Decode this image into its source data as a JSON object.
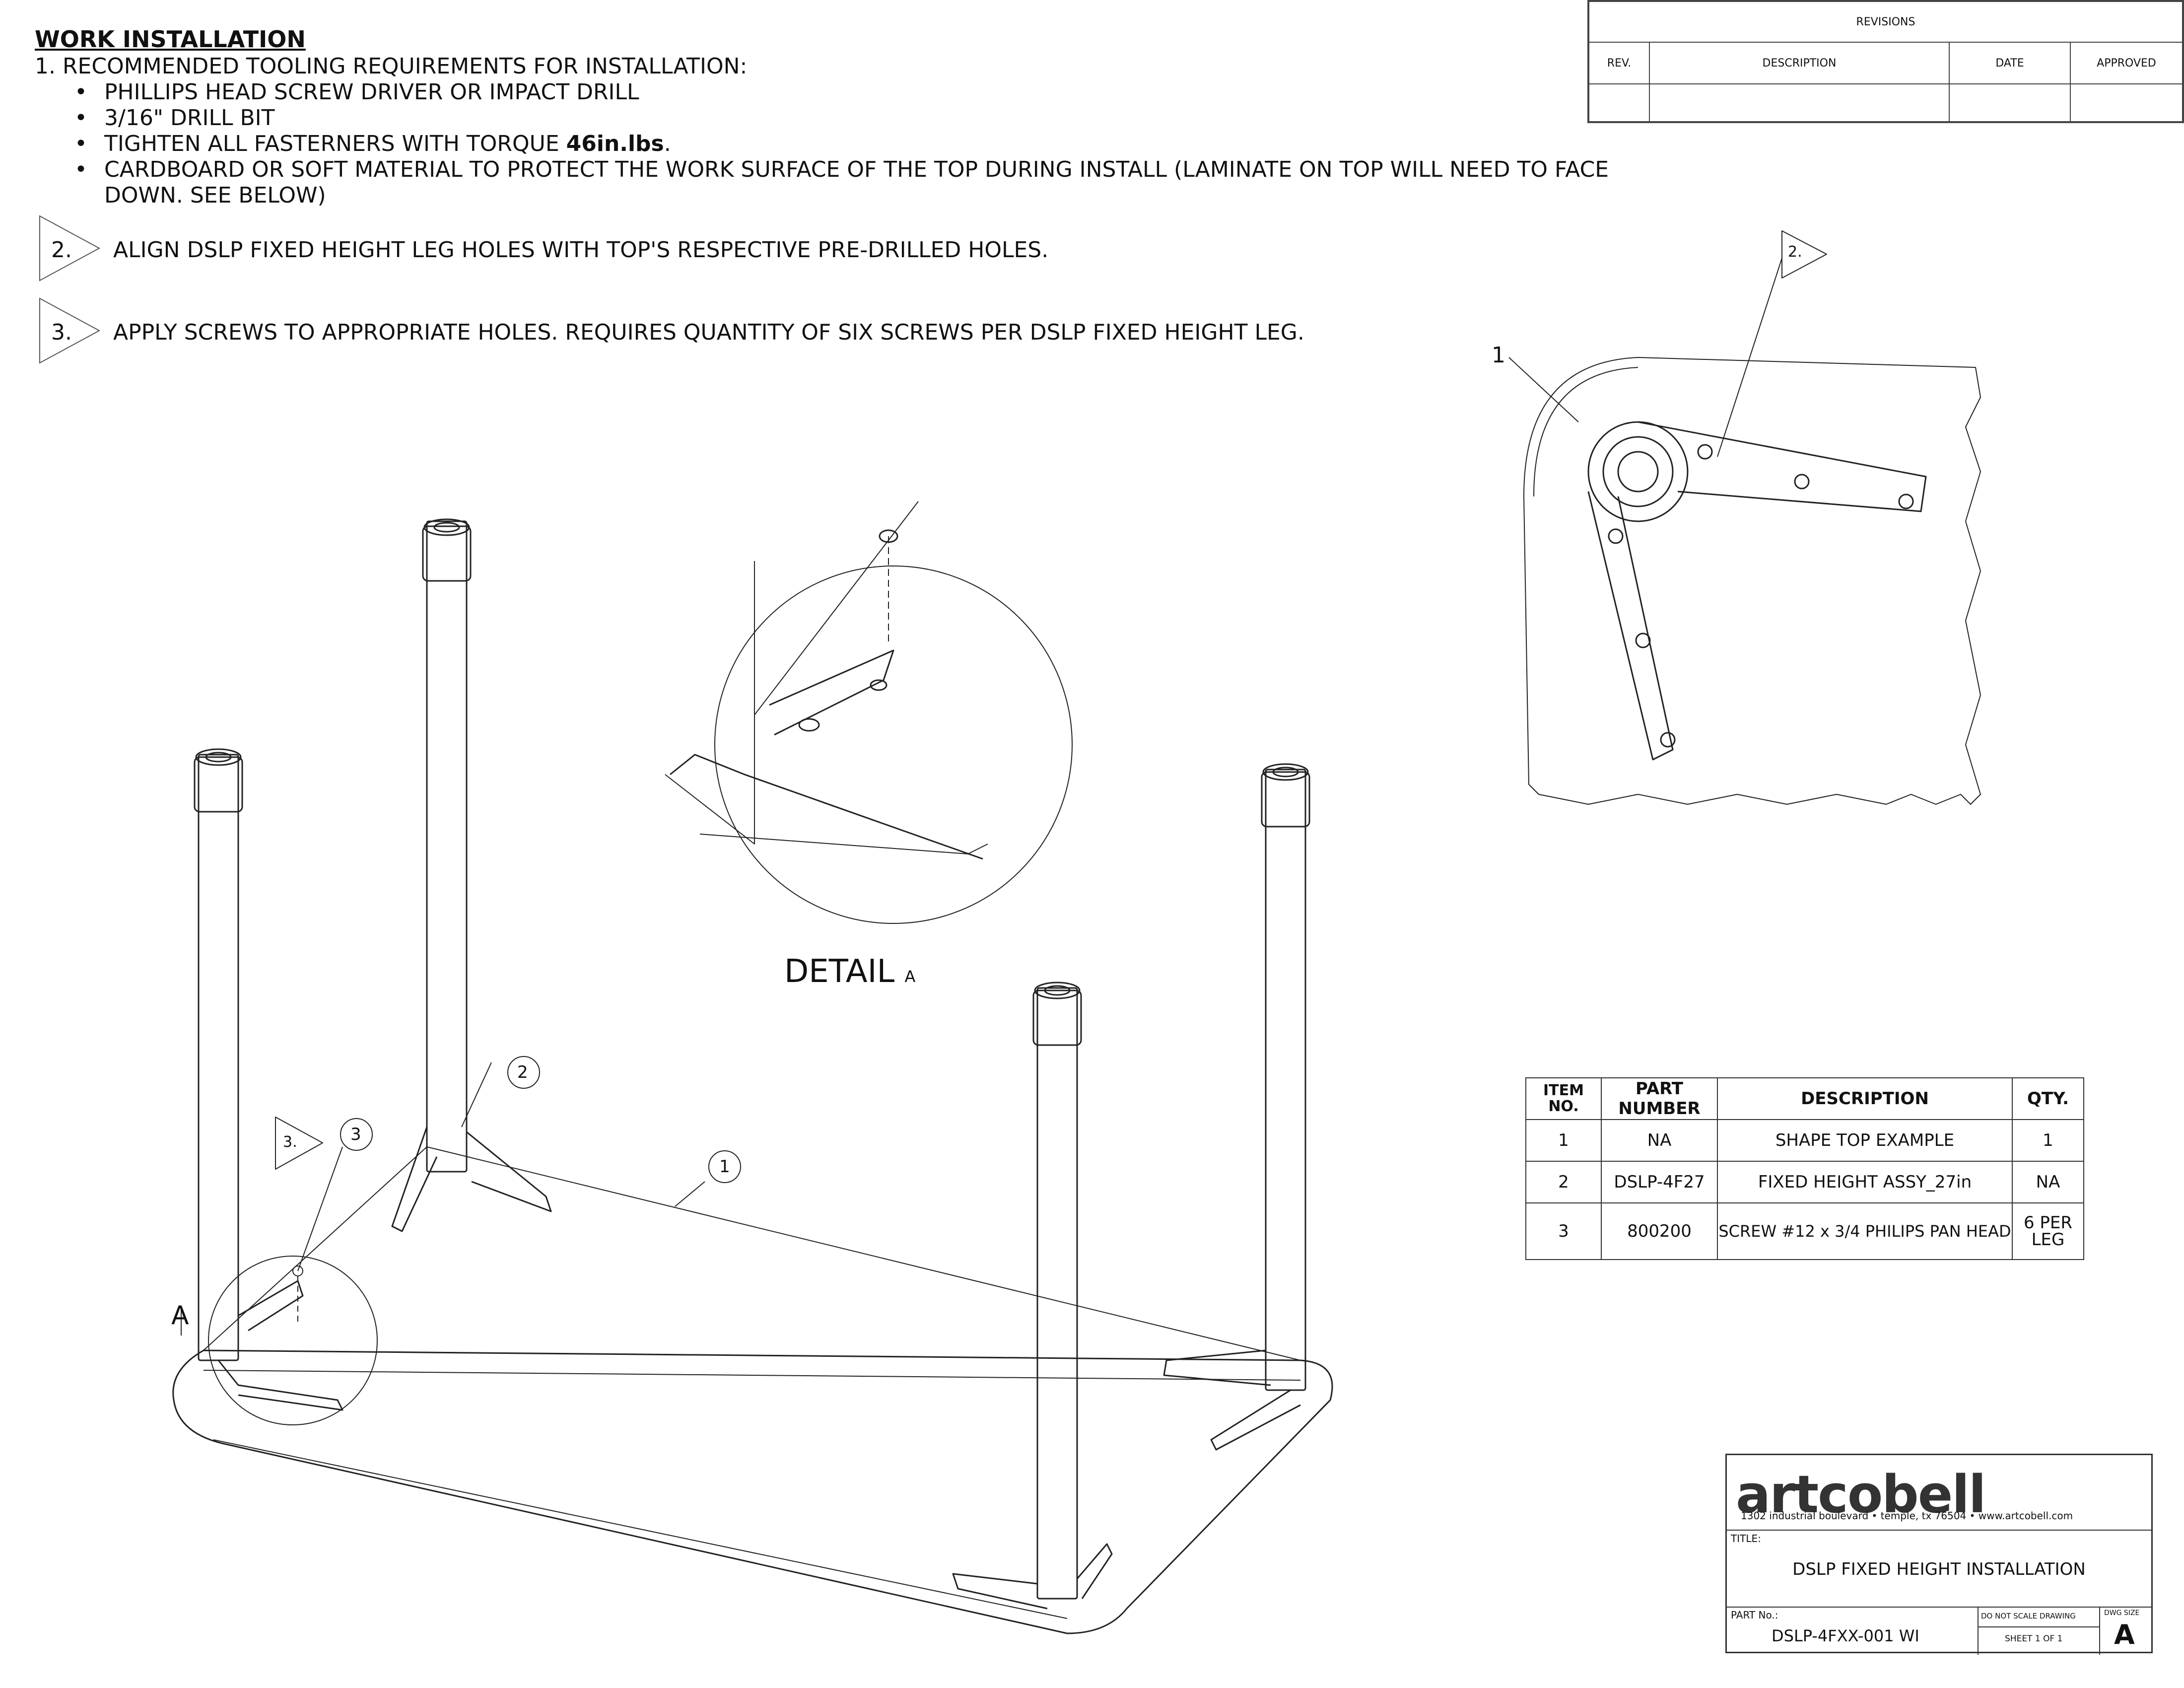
{
  "instructions": {
    "title": "WORK INSTALLATION",
    "step1": "1.   RECOMMENDED TOOLING REQUIREMENTS FOR INSTALLATION:",
    "bullets": [
      "PHILLIPS HEAD SCREW DRIVER OR IMPACT DRILL",
      "3/16\" DRILL BIT",
      "TIGHTEN ALL FASTERNERS WITH TORQUE ",
      "CARDBOARD OR SOFT MATERIAL TO PROTECT THE WORK SURFACE OF THE TOP DURING INSTALL (LAMINATE ON TOP WILL NEED TO FACE",
      "DOWN. SEE BELOW)"
    ],
    "torque_value": "46in.lbs",
    "torque_period": ".",
    "step2_num": "2.",
    "step2": "ALIGN DSLP FIXED HEIGHT LEG HOLES WITH TOP'S RESPECTIVE PRE-DRILLED HOLES.",
    "step3_num": "3.",
    "step3": "APPLY SCREWS TO APPROPRIATE HOLES. REQUIRES QUANTITY OF SIX SCREWS PER DSLP FIXED HEIGHT LEG."
  },
  "revisions": {
    "title": "REVISIONS",
    "headers": [
      "REV.",
      "DESCRIPTION",
      "DATE",
      "APPROVED"
    ]
  },
  "bom": {
    "headers": [
      "ITEM NO.",
      "PART NUMBER",
      "DESCRIPTION",
      "QTY."
    ],
    "rows": [
      [
        "1",
        "NA",
        "SHAPE TOP EXAMPLE",
        "1"
      ],
      [
        "2",
        "DSLP-4F27",
        "FIXED HEIGHT ASSY_27in",
        "NA"
      ],
      [
        "3",
        "800200",
        "SCREW #12 x 3/4 PHILIPS PAN HEAD",
        "6 PER LEG"
      ]
    ]
  },
  "drawing": {
    "detail_label": "DETAIL",
    "detail_letter": "A",
    "section_letter": "A",
    "balloon_1": "1",
    "balloon_2": "2",
    "balloon_3": "3",
    "callout_2": "2.",
    "callout_3": "3.",
    "leader_1": "1"
  },
  "titleblock": {
    "logo": "artcobell",
    "address": "1302 industrial boulevard  •  temple, tx 76504  •  www.artcobell.com",
    "title_label": "TITLE:",
    "title": "DSLP FIXED HEIGHT INSTALLATION",
    "part_label": "PART No.:",
    "part_no": "DSLP-4FXX-001 WI",
    "scale_note": "DO NOT SCALE DRAWING",
    "sheet": "SHEET 1 OF 1",
    "dwg_size_label": "DWG SIZE",
    "dwg_size": "A"
  }
}
